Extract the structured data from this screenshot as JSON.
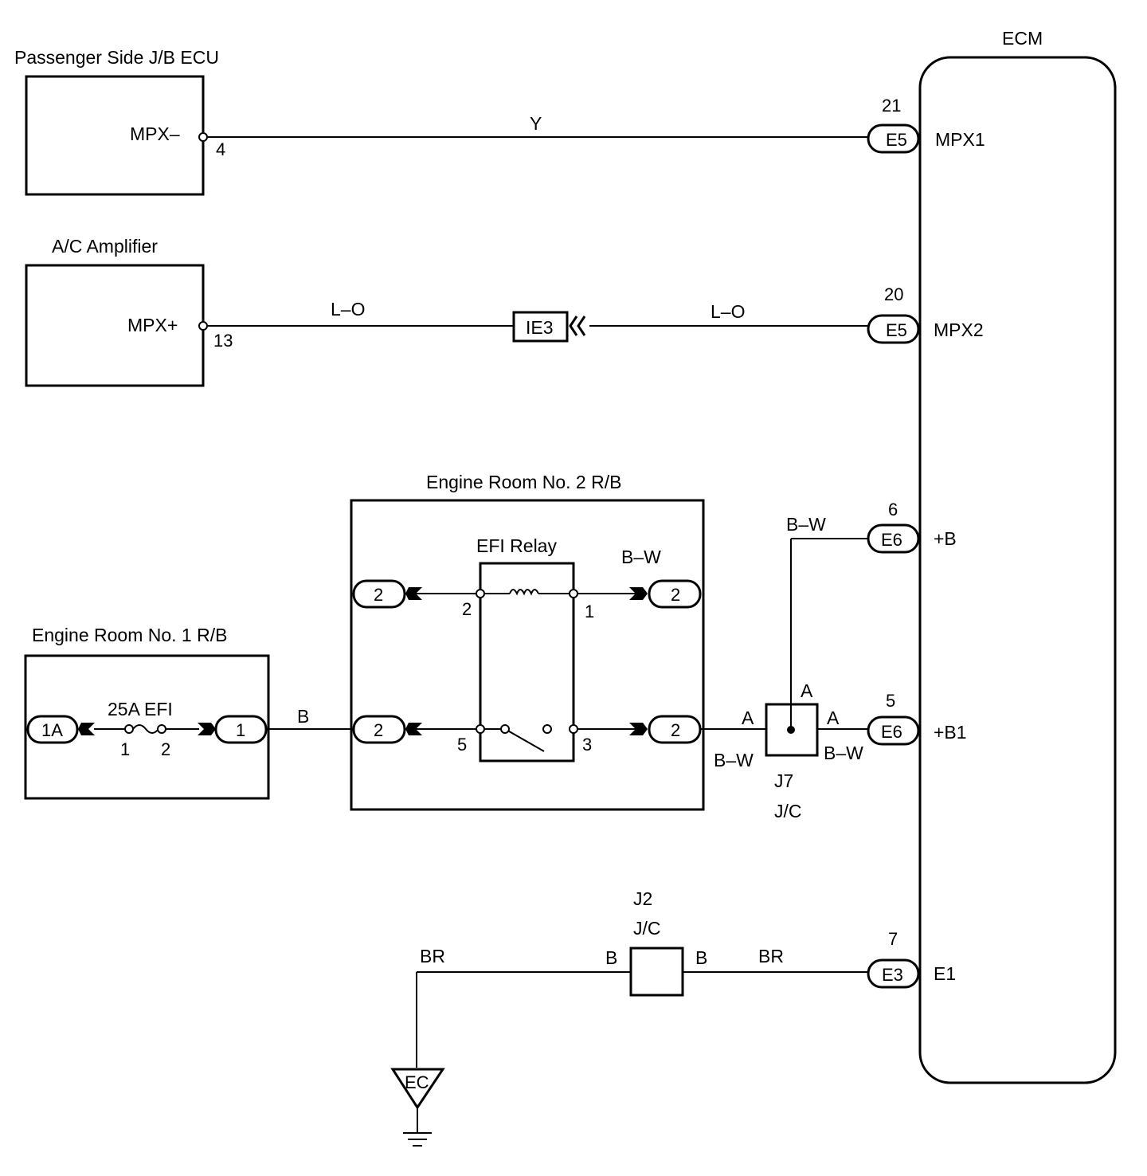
{
  "components": {
    "ecm": {
      "title": "ECM"
    },
    "passenger_jb": {
      "title": "Passenger Side J/B ECU",
      "terminal": "MPX–",
      "pin": "4"
    },
    "ac_amp": {
      "title": "A/C Amplifier",
      "terminal": "MPX+",
      "pin": "13"
    },
    "er2": {
      "title": "Engine Room No. 2 R/B"
    },
    "efi_relay": {
      "title": "EFI Relay",
      "pin_2": "2",
      "pin_1": "1",
      "pin_5": "5",
      "pin_3": "3"
    },
    "er1": {
      "title": "Engine Room No. 1 R/B",
      "fuse": "25A EFI",
      "fuse_pin_1": "1",
      "fuse_pin_2": "2"
    },
    "j7": {
      "id": "J7",
      "type": "J/C",
      "a_top": "A",
      "a_left": "A",
      "a_right": "A",
      "bw_left": "B–W",
      "bw_right": "B–W"
    },
    "j2": {
      "id": "J2",
      "type": "J/C",
      "b_left": "B",
      "b_right": "B"
    },
    "ground": {
      "label": "EC"
    }
  },
  "ecm_terminals": [
    {
      "pin": "21",
      "connector": "E5",
      "name": "MPX1"
    },
    {
      "pin": "20",
      "connector": "E5",
      "name": "MPX2"
    },
    {
      "pin": "6",
      "connector": "E6",
      "name": "+B"
    },
    {
      "pin": "5",
      "connector": "E6",
      "name": "+B1"
    },
    {
      "pin": "7",
      "connector": "E3",
      "name": "E1"
    }
  ],
  "connectors": {
    "ie3": "IE3",
    "er1_left": "1A",
    "er1_right": "1",
    "er2_top_left": "2",
    "er2_top_right": "2",
    "er2_bot_left": "2",
    "er2_bot_right": "2"
  },
  "wire_colors": {
    "mpx_minus": "Y",
    "mpx_plus_left": "L–O",
    "mpx_plus_right": "L–O",
    "er1_to_er2": "B",
    "relay_coil": "B–W",
    "plus_b": "B–W",
    "ground_left": "BR",
    "ground_right": "BR"
  }
}
